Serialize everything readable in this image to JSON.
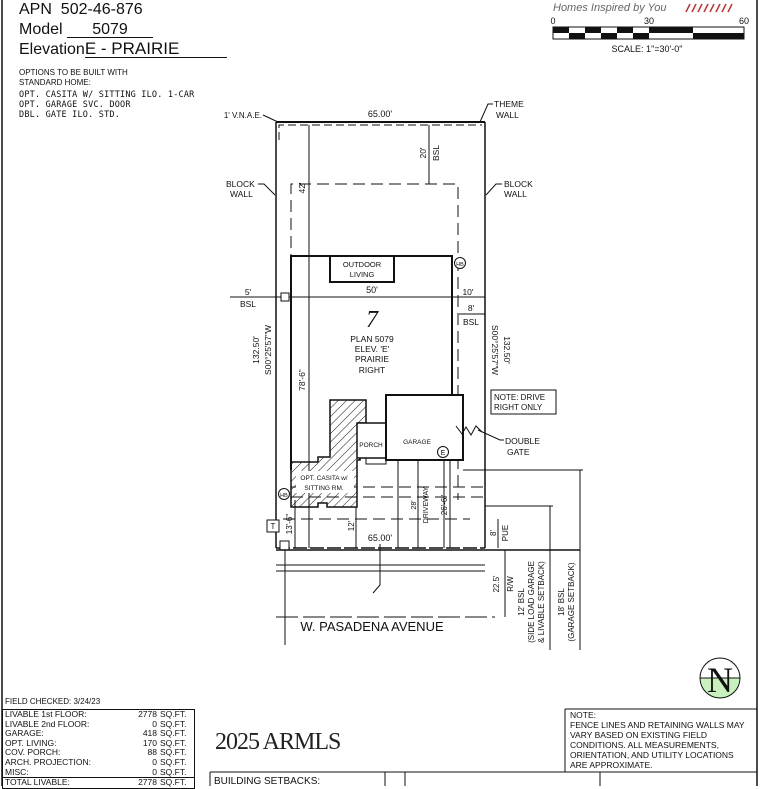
{
  "header": {
    "apn_label": "APN",
    "apn": "502-46-876",
    "model_label": "Model",
    "model": "5079",
    "elevation_label": "Elevation",
    "elevation": "E - PRAIRIE",
    "options_title_1": "OPTIONS TO BE BUILT WITH",
    "options_title_2": "STANDARD HOME:",
    "options": [
      "OPT. CASITA W/ SITTING ILO. 1-CAR",
      "OPT. GARAGE SVC. DOOR",
      "DBL. GATE ILO. STD."
    ]
  },
  "logo": {
    "tagline": "Homes Inspired by You"
  },
  "scale": {
    "ticks": [
      "0",
      "30",
      "60"
    ],
    "label": "SCALE:  1\"=30'-0\""
  },
  "plan": {
    "lot_number": "7",
    "plan_lines": [
      "PLAN 5079",
      "ELEV. 'E'",
      "PRAIRIE",
      "RIGHT"
    ],
    "vnae": "1' V.N.A.E.",
    "theme_wall": [
      "THEME",
      "WALL"
    ],
    "block_wall": [
      "BLOCK",
      "WALL"
    ],
    "top_width": "65.00'",
    "bottom_width": "65.00'",
    "rear_setback": "20'",
    "bsl": "BSL",
    "dim_42": "42'",
    "dim_78": "78'-6\"",
    "dim_50": "50'",
    "left_setback": "5'",
    "right_side": "10'",
    "right_setback": "8'",
    "left_depth": "132.50'",
    "bearing": "S00°25'57\"W",
    "outdoor_living": [
      "OUTDOOR",
      "LIVING"
    ],
    "garage": "GARAGE",
    "porch": "PORCH",
    "elev_marker": "E",
    "hose_bib": "HB",
    "casita": [
      "OPT. CASITA w/",
      "SITTING RM."
    ],
    "note_drive": [
      "NOTE: DRIVE",
      "RIGHT ONLY"
    ],
    "double_gate": [
      "DOUBLE",
      "GATE"
    ],
    "driveway": "DRIVEWAY",
    "dim_28": "28'",
    "dim_26": "26'-6\"",
    "dim_12": "12'",
    "dim_13": "13'-6\"",
    "transformer": "T",
    "pue_dim": "8'",
    "pue": "PUE",
    "rw_dim": "22.5'",
    "rw": "R/W",
    "bsl12": [
      "12' BSL",
      "(SIDE LOAD GARAGE",
      "& LIVABLE SETBACK)"
    ],
    "bsl18": [
      "18' BSL",
      "(GARAGE SETBACK)"
    ],
    "street": "W. PASADENA AVENUE",
    "north": "N"
  },
  "areas": {
    "field_checked": "FIELD CHECKED: 3/24/23",
    "unit": "SQ.FT.",
    "rows": [
      {
        "label": "LIVABLE 1st FLOOR:",
        "value": "2778"
      },
      {
        "label": "LIVABLE 2nd FLOOR:",
        "value": "0"
      },
      {
        "label": "GARAGE:",
        "value": "418"
      },
      {
        "label": "OPT. LIVING:",
        "value": "170"
      },
      {
        "label": "COV. PORCH:",
        "value": "88"
      },
      {
        "label": "ARCH. PROJECTION:",
        "value": "0"
      },
      {
        "label": "MISC:",
        "value": "0"
      }
    ],
    "total_label": "TOTAL LIVABLE:",
    "total_value": "2778"
  },
  "watermark": "2025 ARMLS",
  "setbacks": {
    "title": "BUILDING SETBACKS:"
  },
  "note": {
    "title": "NOTE:",
    "lines": [
      "FENCE LINES AND RETAINING WALLS MAY",
      "VARY BASED ON EXISTING FIELD",
      "CONDITIONS.  ALL MEASUREMENTS,",
      "ORIENTATION, AND UTILITY LOCATIONS",
      "ARE APPROXIMATE."
    ]
  }
}
